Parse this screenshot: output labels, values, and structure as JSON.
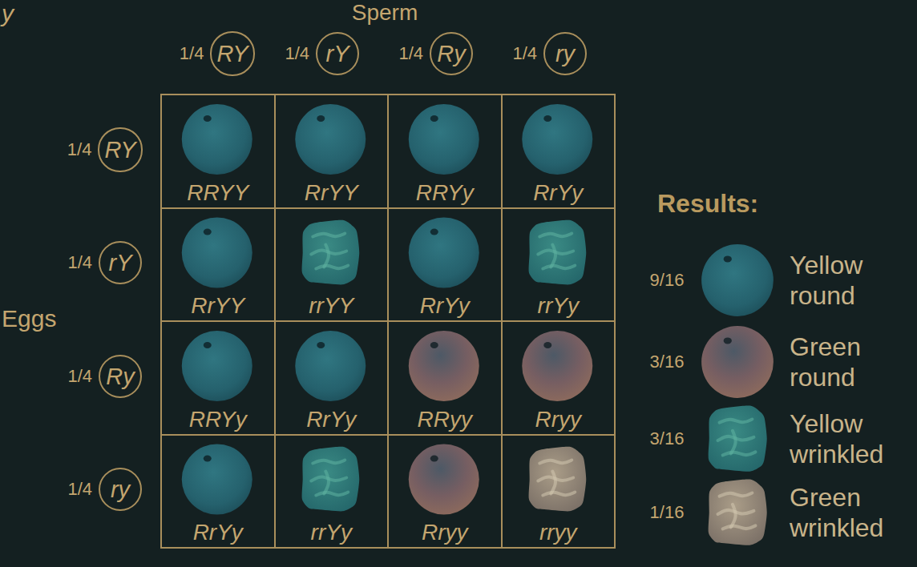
{
  "diagram": {
    "nodes": [
      {
        "text": [
          "1/4",
          "RY"
        ]
      },
      {
        "text": [
          "1/4",
          "rY"
        ]
      },
      {
        "text": [
          "1/4",
          "Ry"
        ]
      },
      {
        "text": [
          "1/4",
          "ry"
        ]
      },
      {
        "text": [
          "1/4",
          "RY"
        ]
      },
      {
        "text": [
          "1/4",
          "rY"
        ]
      },
      {
        "text": [
          "1/4",
          "Ry"
        ]
      },
      {
        "text": [
          "1/4",
          "ry"
        ]
      },
      {
        "text": [
          "RRYY"
        ]
      },
      {
        "text": [
          "RrYY"
        ]
      },
      {
        "text": [
          "RRYy"
        ]
      },
      {
        "text": [
          "RrYy"
        ]
      },
      {
        "text": [
          "RrYY"
        ]
      },
      {
        "text": [
          "rrYY"
        ]
      },
      {
        "text": [
          "RrYy"
        ]
      },
      {
        "text": [
          "rrYy"
        ]
      },
      {
        "text": [
          "RRYy"
        ]
      },
      {
        "text": [
          "RrYy"
        ]
      },
      {
        "text": [
          "RRyy"
        ]
      },
      {
        "text": [
          "Rryy"
        ]
      },
      {
        "text": [
          "RrYy"
        ]
      },
      {
        "text": [
          "rrYy"
        ]
      },
      {
        "text": [
          "Rryy"
        ]
      },
      {
        "text": [
          "rryy"
        ]
      }
    ],
    "labels": [
      "y",
      "Sperm",
      "Eggs",
      "Results:",
      "9/16",
      "3/16",
      "3/16",
      "1/16"
    ],
    "legend": [
      {
        "text": "Yellow round"
      },
      {
        "text": "Green round"
      },
      {
        "text": "Yellow wrinkled"
      },
      {
        "text": "Green wrinkled"
      }
    ]
  }
}
